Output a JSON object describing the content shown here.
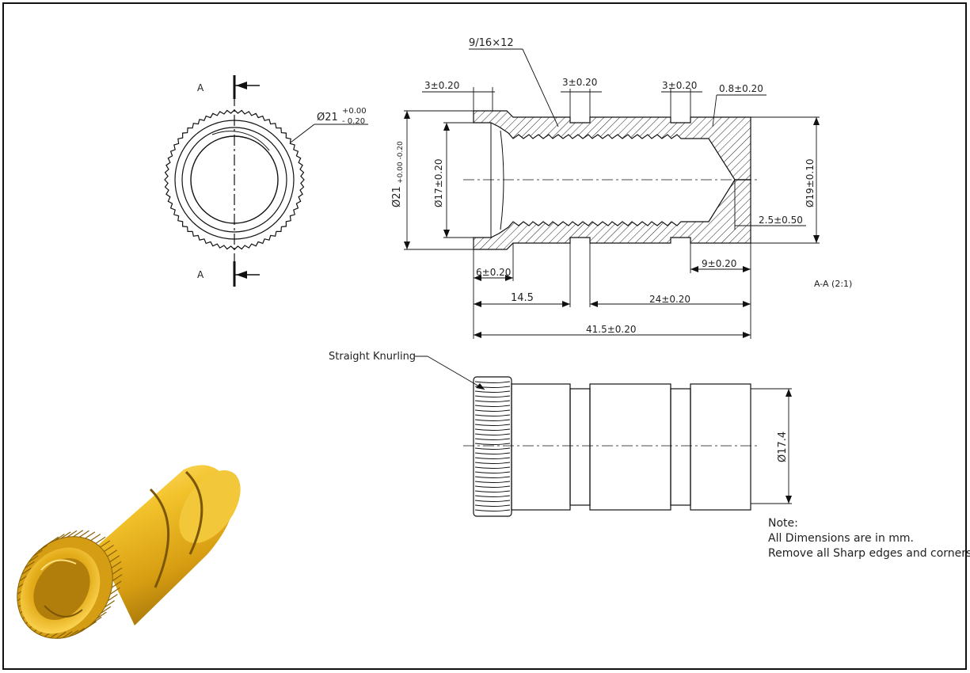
{
  "section": {
    "label_top": "A",
    "label_bottom": "A",
    "title": "A-A (2:1)"
  },
  "dimensions": {
    "end_dia": "Ø21",
    "end_dia_tol_upper": "+0.00",
    "end_dia_tol_lower": "- 0.20",
    "thread": "9/16×12",
    "knurl_width": "3±0.20",
    "groove1": "3±0.20",
    "groove2": "3±0.20",
    "chamfer": "0.8±0.20",
    "outer_dia": "Ø21",
    "outer_dia_tol": "+0.00 -0.20",
    "inner_dia": "Ø17±0.20",
    "body_dia": "Ø19±0.10",
    "cone_depth": "2.5±0.50",
    "flange_len": "6±0.20",
    "end_len": "9±0.20",
    "seg1": "14.5",
    "seg2": "24±0.20",
    "total": "41.5±0.20",
    "side_dia": "Ø17.4"
  },
  "side_view": {
    "knurl_callout": "Straight Knurling"
  },
  "notes": {
    "heading": "Note:",
    "line1": "All Dimensions are in mm.",
    "line2": "Remove all Sharp edges and corners"
  },
  "colors": {
    "line": "#111111",
    "render_gold": "#e8b41c",
    "render_shadow": "#a9790a",
    "render_highlight": "#ffe57a"
  }
}
